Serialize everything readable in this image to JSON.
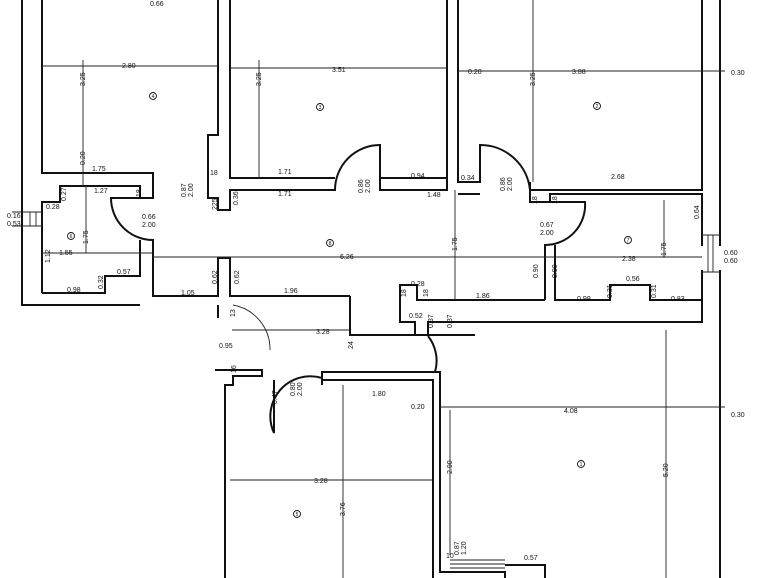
{
  "rooms": [
    "1",
    "2",
    "3",
    "4",
    "5",
    "6",
    "7",
    "8"
  ],
  "dims": {
    "top_066": "0.66",
    "r4_w": "2.80",
    "r4_h": "3.25",
    "r3_w": "3.51",
    "r3_h": "3.25",
    "w_020a": "0.20",
    "r2_w": "3.88",
    "r2_h": "3.25",
    "w_030a": "0.30",
    "w_020b": "0.20",
    "d_175a": "1.75",
    "d_127": "1.27",
    "d_027": "0.27",
    "d_028": "0.28",
    "d_18a": "18",
    "door1_w": "0.87",
    "door1_h": "2.00",
    "d_18b": "18",
    "d_225": "225",
    "d_036": "0.36",
    "d_171a": "1.71",
    "d_171b": "1.71",
    "door2_w": "0.86",
    "door2_h": "2.00",
    "d_094": "0.94",
    "d_034": "0.34",
    "d_148": "1.48",
    "door3_w": "0.86",
    "door3_h": "2.00",
    "d_18c": "18",
    "d_18d": "18",
    "d_268": "2.68",
    "d_064": "0.64",
    "door4_w": "0.66",
    "door4_h": "2.00",
    "win1_w": "0.16",
    "win1_h": "0.53",
    "r6_h": "1.75",
    "r8_w": "6.26",
    "r8_h": "1.75",
    "door5_w": "0.67",
    "door5_h": "2.00",
    "r7_h": "1.75",
    "win2_w": "0.60",
    "win2_h": "0.60",
    "d_112": "1.12",
    "r6_w": "1.55",
    "r7_w": "2.38",
    "d_057a": "0.57",
    "d_062a": "0.62",
    "d_062b": "0.62",
    "d_090a": "0.90",
    "d_090b": "0.90",
    "d_032": "0.32",
    "d_098": "0.98",
    "d_105": "1.05",
    "d_196": "1.96",
    "d_028b": "0.28",
    "d_18e": "18",
    "d_18f": "18",
    "d_186": "1.86",
    "d_099": "0.99",
    "d_031a": "0.31",
    "d_056": "0.56",
    "d_031b": "0.31",
    "d_083": "0.83",
    "d_052": "0.52",
    "d_037a": "0.37",
    "d_037b": "0.37",
    "d_13": "13",
    "d_328a": "3.28",
    "d_24": "24",
    "d_095": "0.95",
    "d_16": "16",
    "door6_w": "0.80",
    "door6_h": "2.00",
    "d_047": "0.47",
    "d_180": "1.80",
    "w_020c": "0.20",
    "r1_w": "4.08",
    "w_030b": "0.30",
    "d_290": "2.90",
    "r1_h": "5.20",
    "r5_w": "3.28",
    "r5_h": "3.76",
    "door7_w": "0.87",
    "door7_h": "1.20",
    "d_10": "10",
    "d_057b": "0.57"
  }
}
